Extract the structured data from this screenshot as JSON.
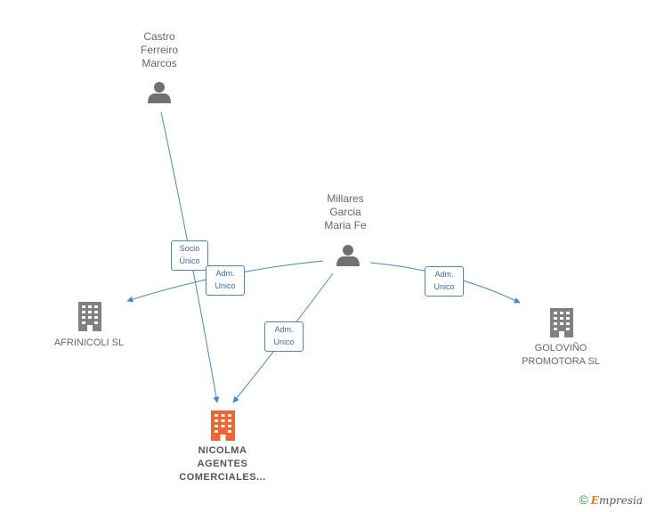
{
  "persons": {
    "castro": {
      "lines": [
        "Castro",
        "Ferreiro",
        "Marcos"
      ]
    },
    "millares": {
      "lines": [
        "Millares",
        "Garcia",
        "Maria Fe"
      ]
    }
  },
  "companies": {
    "afrinicoli": {
      "lines": [
        "AFRINICOLI SL"
      ]
    },
    "golovino": {
      "lines": [
        "GOLOVIÑO",
        "PROMOTORA SL"
      ]
    },
    "nicolma": {
      "lines": [
        "NICOLMA",
        "AGENTES",
        "COMERCIALES..."
      ]
    }
  },
  "relations": {
    "castro_nicolma": {
      "lines": [
        "Socio",
        "Único"
      ]
    },
    "millares_afrinicoli": {
      "lines": [
        "Adm.",
        "Unico"
      ]
    },
    "millares_nicolma": {
      "lines": [
        "Adm.",
        "Unico"
      ]
    },
    "millares_golovino": {
      "lines": [
        "Adm.",
        "Unico"
      ]
    }
  },
  "colors": {
    "person_icon": "#707070",
    "company_icon": "#808080",
    "main_company_icon": "#f26531",
    "edge": "#4a86c8"
  },
  "footer": {
    "copyright_symbol": "©",
    "brand_first": "E",
    "brand_rest": "mpresia"
  }
}
